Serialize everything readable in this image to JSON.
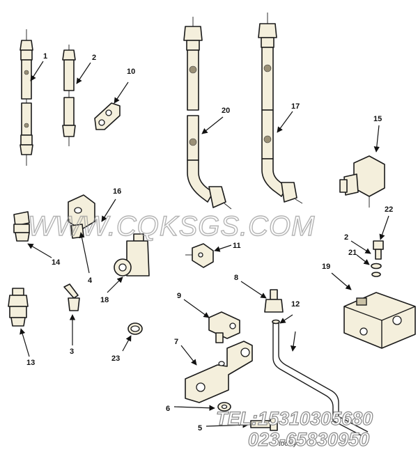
{
  "callouts": {
    "c1": "1",
    "c2": "2",
    "c3": "3",
    "c4": "4",
    "c5": "5",
    "c6": "6",
    "c7": "7",
    "c8": "8",
    "c9": "9",
    "c10": "10",
    "c11": "11",
    "c12": "12",
    "c13": "13",
    "c14": "14",
    "c15": "15",
    "c16": "16",
    "c17": "17",
    "c18": "18",
    "c19": "19",
    "c20": "20",
    "c21": "21",
    "c22": "22",
    "c23": "23",
    "c2b": "2"
  },
  "watermark": {
    "site": "WWW.CQKSGS.COM",
    "phone": "TEL:15310305680",
    "phone2": "023-65830950",
    "tag": "toolity"
  },
  "icons": {
    "arrow": "arrow-icon"
  },
  "colors": {
    "part_fill": "#f4efdc",
    "mesh": "#9a9077",
    "watermark": "#9a9a9a"
  }
}
